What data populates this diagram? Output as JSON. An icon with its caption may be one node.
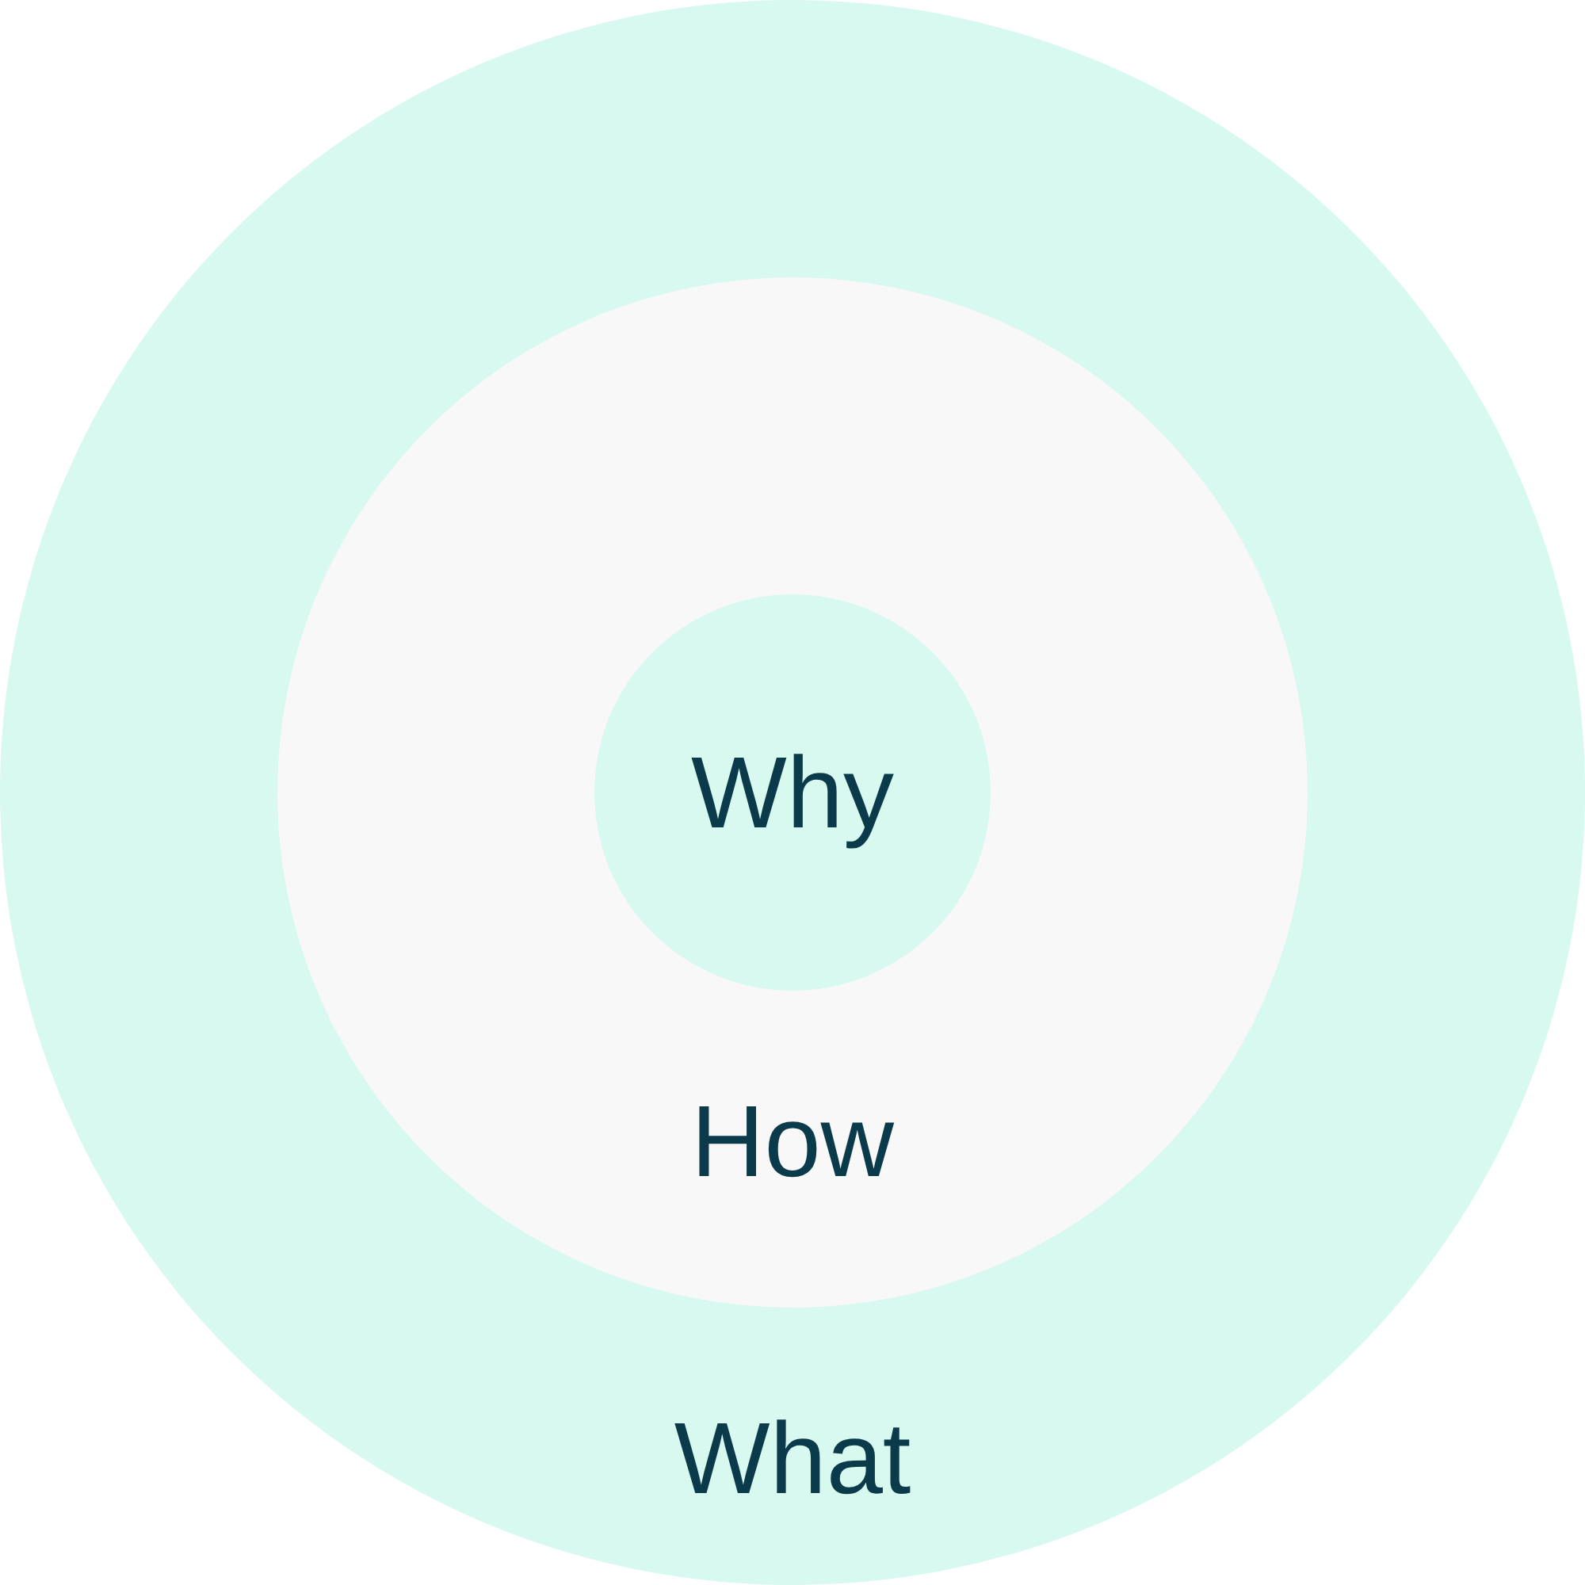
{
  "diagram": {
    "nodes": [
      {
        "text": [
          "What"
        ]
      },
      {
        "text": [
          "How"
        ],
        "in": 0
      },
      {
        "text": [
          "Why"
        ],
        "in": 1
      }
    ]
  }
}
